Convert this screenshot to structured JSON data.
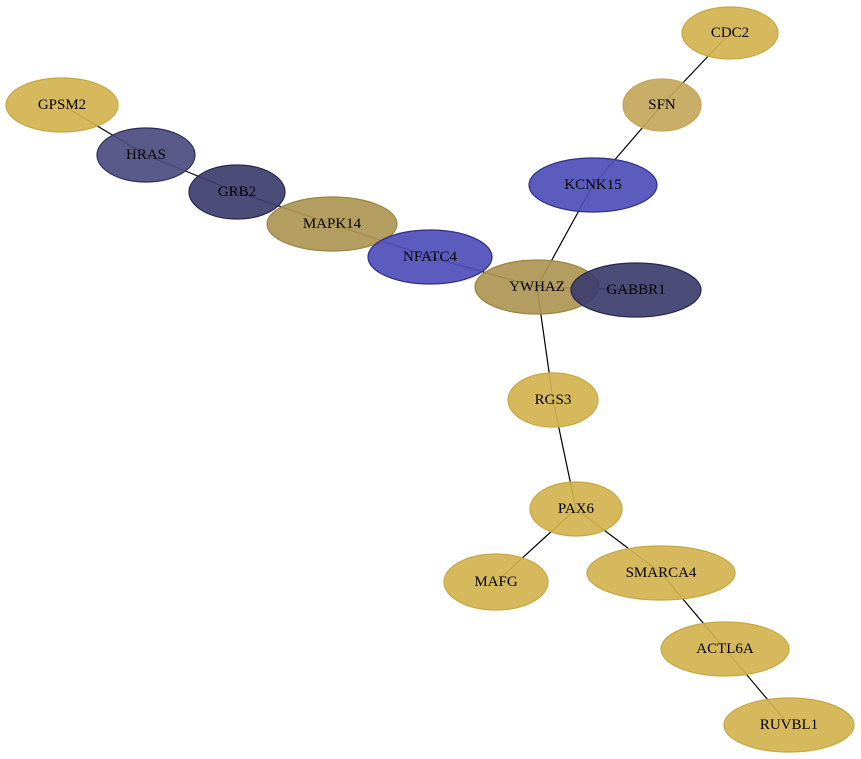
{
  "graph": {
    "palette": {
      "gold": "#d4b34f",
      "gold-edge": "#c8a640",
      "khaki": "#c4a75a",
      "olive": "#ae9552",
      "olive-edge": "#9c8540",
      "blue": "#4e4eb8",
      "blue-edge": "#2f2f8a",
      "slate": "#4c4c80",
      "slate-edge": "#2e2e5c",
      "navy": "#3d3d6e",
      "navy-edge": "#262650"
    },
    "nodes": [
      {
        "id": "cdc2",
        "label": "CDC2",
        "color": "gold"
      },
      {
        "id": "sfn",
        "label": "SFN",
        "color": "khaki"
      },
      {
        "id": "kcnk15",
        "label": "KCNK15",
        "color": "blue"
      },
      {
        "id": "gpsm2",
        "label": "GPSM2",
        "color": "gold"
      },
      {
        "id": "hras",
        "label": "HRAS",
        "color": "slate"
      },
      {
        "id": "grb2",
        "label": "GRB2",
        "color": "navy"
      },
      {
        "id": "mapk14",
        "label": "MAPK14",
        "color": "olive"
      },
      {
        "id": "nfatc4",
        "label": "NFATC4",
        "color": "blue"
      },
      {
        "id": "ywhaz",
        "label": "YWHAZ",
        "color": "olive"
      },
      {
        "id": "gabbr1",
        "label": "GABBR1",
        "color": "navy"
      },
      {
        "id": "rgs3",
        "label": "RGS3",
        "color": "gold"
      },
      {
        "id": "pax6",
        "label": "PAX6",
        "color": "gold"
      },
      {
        "id": "mafg",
        "label": "MAFG",
        "color": "gold"
      },
      {
        "id": "smarca4",
        "label": "SMARCA4",
        "color": "gold"
      },
      {
        "id": "actl6a",
        "label": "ACTL6A",
        "color": "gold"
      },
      {
        "id": "ruvbl1",
        "label": "RUVBL1",
        "color": "gold"
      }
    ],
    "edges": [
      [
        "cdc2",
        "sfn"
      ],
      [
        "sfn",
        "kcnk15"
      ],
      [
        "kcnk15",
        "ywhaz"
      ],
      [
        "gpsm2",
        "hras"
      ],
      [
        "hras",
        "grb2"
      ],
      [
        "grb2",
        "mapk14"
      ],
      [
        "mapk14",
        "nfatc4"
      ],
      [
        "nfatc4",
        "ywhaz"
      ],
      [
        "ywhaz",
        "gabbr1"
      ],
      [
        "ywhaz",
        "rgs3"
      ],
      [
        "rgs3",
        "pax6"
      ],
      [
        "pax6",
        "mafg"
      ],
      [
        "pax6",
        "smarca4"
      ],
      [
        "smarca4",
        "actl6a"
      ],
      [
        "actl6a",
        "ruvbl1"
      ]
    ]
  }
}
